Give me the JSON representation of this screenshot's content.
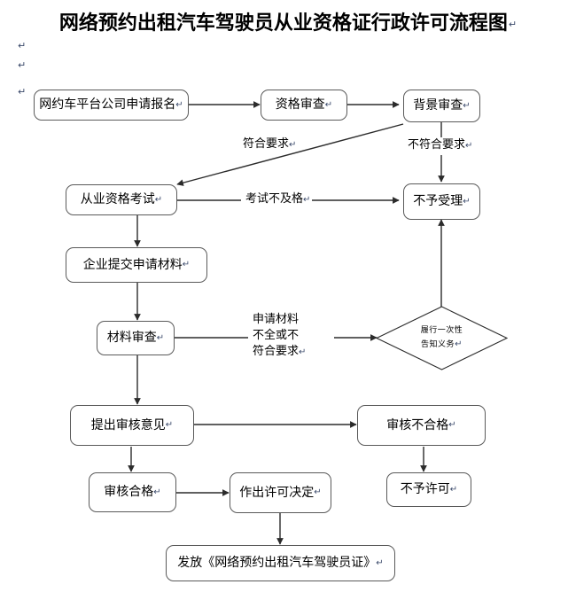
{
  "page": {
    "title": "网络预约出租汽车驾驶员从业资格证行政许可流程图",
    "paragraph_mark": "↵",
    "stray_marks": [
      "↵",
      "↵",
      "↵"
    ]
  },
  "nodes": {
    "apply": "网约车平台公司申请报名",
    "qualification_review": "资格审查",
    "background_review": "背景审查",
    "exam": "从业资格考试",
    "not_accepted": "不予受理",
    "submit_materials": "企业提交申请材料",
    "material_review": "材料审查",
    "review_opinion": "提出审核意见",
    "review_failed": "审核不合格",
    "review_passed": "审核合格",
    "make_decision": "作出许可决定",
    "no_permit": "不予许可",
    "issue_certificate": "发放《网络预约出租汽车驾驶员证》"
  },
  "diamond": {
    "line1": "履行一次性",
    "line2": "告知义务"
  },
  "edge_labels": {
    "meets_requirement": "符合要求",
    "not_meets_requirement": "不符合要求",
    "exam_failed": "考试不及格",
    "materials_incomplete_l1": "申请材料",
    "materials_incomplete_l2": "不全或不",
    "materials_incomplete_l3": "符合要求"
  },
  "colors": {
    "line": "#3a3a3a",
    "box_border": "#5a5a5a",
    "text": "#000000",
    "mark": "#3b4a6b",
    "background": "#ffffff"
  }
}
